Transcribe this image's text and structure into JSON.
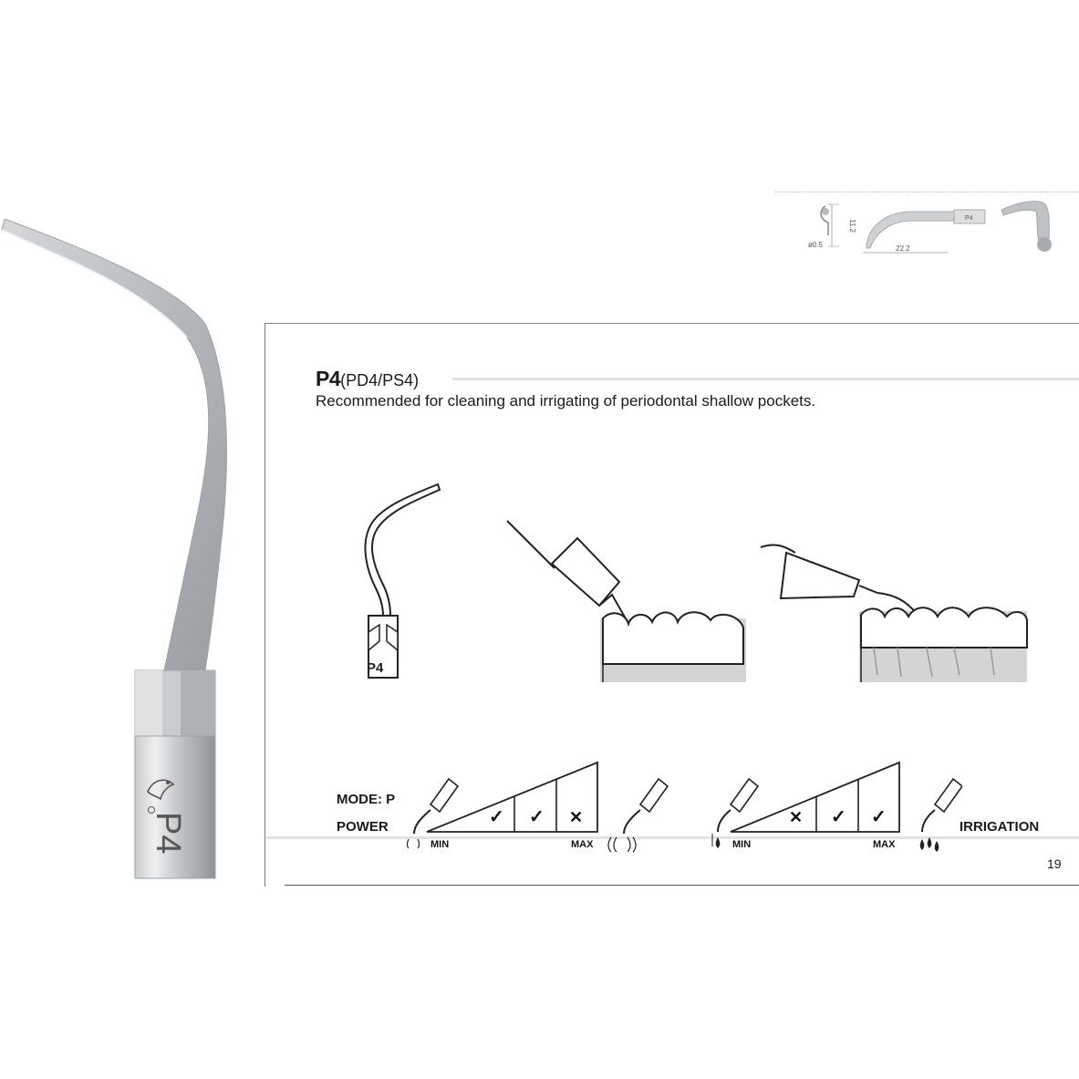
{
  "product": {
    "code": "P4",
    "alt_codes": "(PD4/PS4)",
    "description": "Recommended for cleaning and irrigating of periodontal shallow pockets.",
    "engraving": "P4"
  },
  "dimensions": {
    "tip_diameter": "ø0.5",
    "height": "11.2",
    "length": "22.2",
    "tip_label": "P4"
  },
  "illustration": {
    "tip_label": "P4"
  },
  "power_scale": {
    "mode_label": "MODE: P",
    "power_label": "POWER",
    "min_label": "MIN",
    "max_label": "MAX",
    "marks": [
      "✓",
      "✓",
      "✕"
    ]
  },
  "irrigation_scale": {
    "label": "IRRIGATION",
    "min_label": "MIN",
    "max_label": "MAX",
    "marks": [
      "✕",
      "✓",
      "✓"
    ]
  },
  "page_number": "19",
  "colors": {
    "metal_light": "#e8e9ea",
    "metal_mid": "#b9bcbf",
    "metal_dark": "#8e9296",
    "gum_gray": "#d4d4d4",
    "rule_gray": "#e2e2e2"
  }
}
